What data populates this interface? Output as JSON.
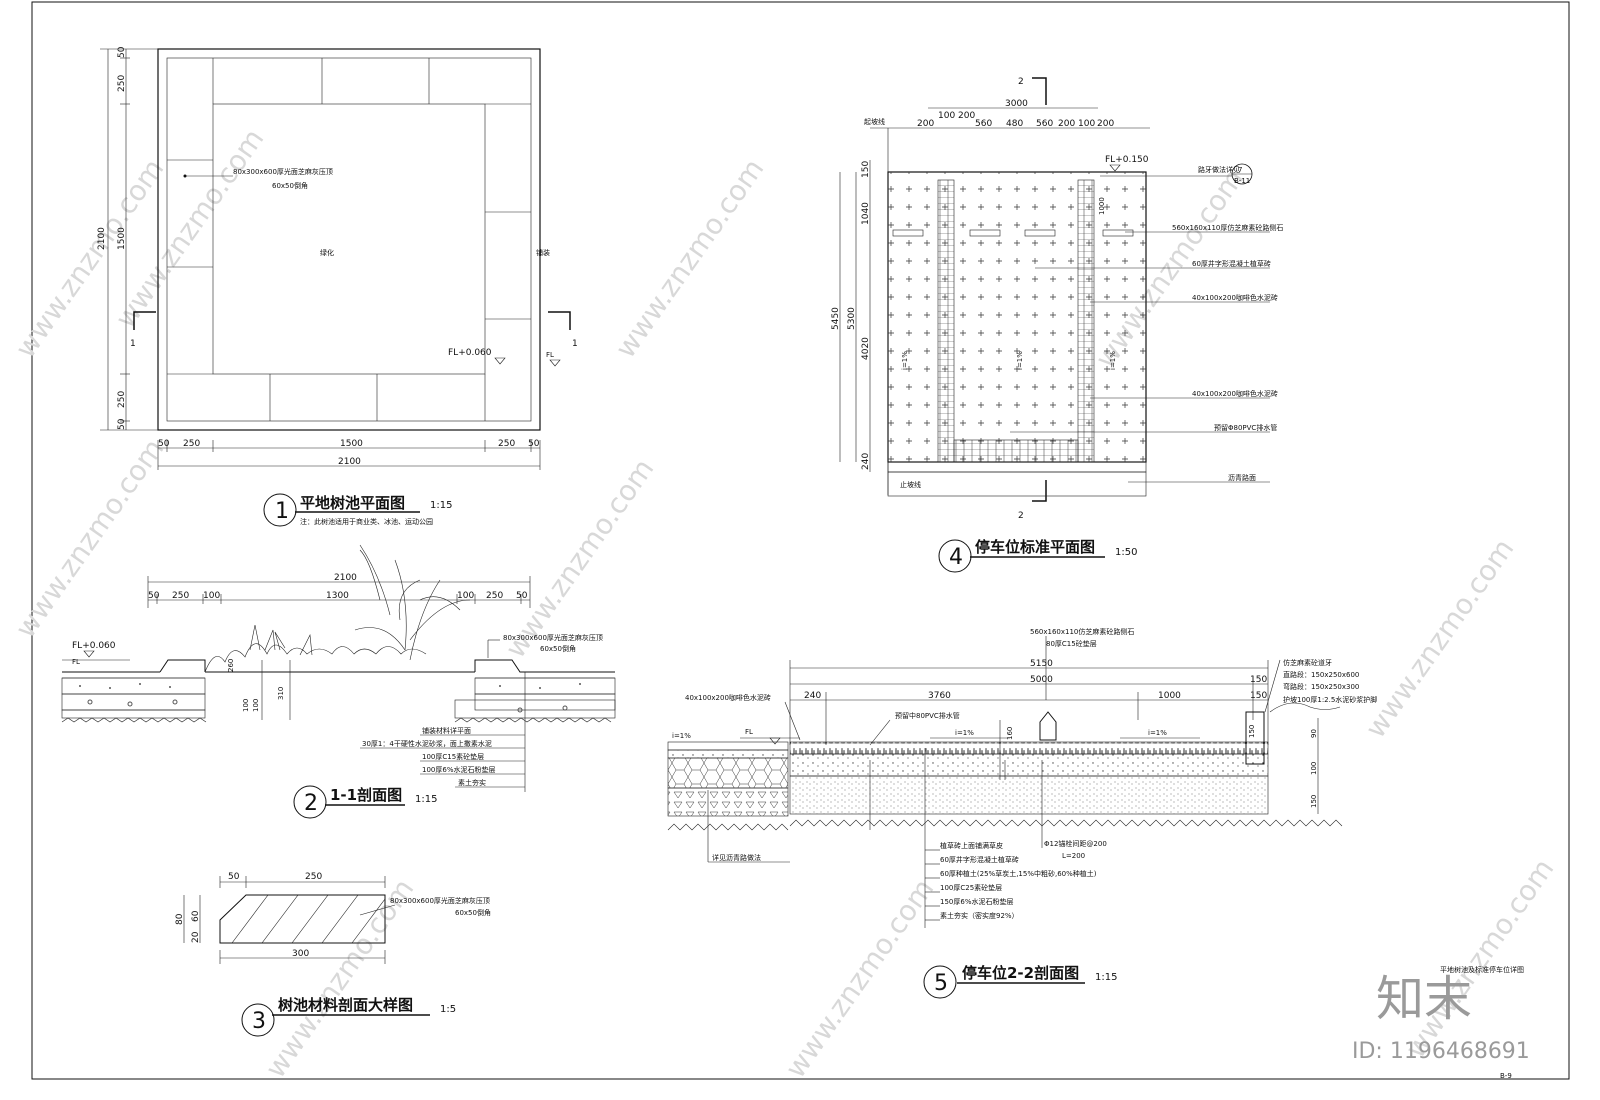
{
  "sheet": {
    "number": "B-9",
    "subtitle": "平地树池及标准停车位详图",
    "id_text": "ID: 1196468691",
    "logo_text": "知末"
  },
  "watermark": "www.znzmo.com",
  "drawing1": {
    "number": "1",
    "title": "平地树池平面图",
    "scale": "1:15",
    "note": "注：此树池适用于商业类、冰池、运动公园",
    "center_label": "绿化",
    "side_label": "铺装",
    "callout_a": "80x300x600厚光面芝麻灰压顶",
    "callout_b": "60x50倒角",
    "level": "FL+0.060",
    "level_short": "FL",
    "section_mark": "1",
    "dims_bottom": [
      "50",
      "250",
      "1500",
      "250",
      "50"
    ],
    "dim_total": "2100",
    "dims_left": [
      "50",
      "250",
      "1500",
      "250",
      "50"
    ]
  },
  "drawing2": {
    "number": "2",
    "title": "1-1剖面图",
    "scale": "1:15",
    "dim_total": "2100",
    "dims_top": [
      "50",
      "250",
      "100",
      "1300",
      "100",
      "250",
      "50"
    ],
    "level": "FL+0.060",
    "level_short": "FL",
    "dims_vertical": [
      "260",
      "310",
      "100",
      "100"
    ],
    "callouts": [
      "80x300x600厚光面芝麻灰压顶",
      "60x50倒角",
      "铺装材料详平面",
      "30厚1：4干硬性水泥砂浆，面上撒素水泥",
      "100厚C15素砼垫层",
      "100厚6%水泥石粉垫层",
      "素土夯实"
    ]
  },
  "drawing3": {
    "number": "3",
    "title": "树池材料剖面大样图",
    "scale": "1:5",
    "dims_top": [
      "50",
      "250"
    ],
    "dim_bottom": "300",
    "dims_left": [
      "80",
      "20",
      "60"
    ],
    "callouts": [
      "80x300x600厚光面芝麻灰压顶",
      "60x50倒角"
    ]
  },
  "drawing4": {
    "number": "4",
    "title": "停车位标准平面图",
    "scale": "1:50",
    "section_mark": "2",
    "dim_total_top": "3000",
    "dims_top": [
      "200",
      "100",
      "200",
      "560",
      "480",
      "560",
      "200",
      "100",
      "200"
    ],
    "dims_left": [
      "150",
      "1040",
      "4020",
      "240"
    ],
    "dim_left_total": "5450",
    "dim_left_inner": "5300",
    "dim_inner_right": "1000",
    "start_label": "起坡线",
    "stop_label": "止坡线",
    "level": "FL+0.150",
    "detail_ref_top": "7",
    "detail_ref_bottom": "B-11",
    "detail_text": "路牙做法详见",
    "callouts": [
      "560x160x110厚仿芝麻素砼路侧石",
      "60厚井字形混凝土植草砖",
      "40x100x200咖啡色水泥砖",
      "40x100x200咖啡色水泥砖",
      "预留Φ80PVC排水管",
      "沥青路面"
    ],
    "slope": "i=1%"
  },
  "drawing5": {
    "number": "5",
    "title": "停车位2-2剖面图",
    "scale": "1:15",
    "dim_total": "5150",
    "dim_inner": "5000",
    "dims": [
      "240",
      "3760",
      "1000",
      "150",
      "150"
    ],
    "top_callout": "560x160x110仿芝麻素砼路侧石",
    "top_callout2": "80厚C15砼垫层",
    "right_callouts": [
      "仿芝麻素砼道牙",
      "直路段：150x250x600",
      "弯路段：150x250x300",
      "护坡100厚1:2.5水泥砂浆护脚"
    ],
    "left_callout": "40x100x200咖啡色水泥砖",
    "pipe": "预留中80PVC排水管",
    "fl": "FL",
    "slope": "i=1%",
    "dims_vertical": [
      "160",
      "150",
      "90",
      "100",
      "150"
    ],
    "bottom_left_callout": "详见沥青路做法",
    "bottom_mid_callout": "Φ12锚栓间距@200",
    "bottom_mid_callout2": "L=200",
    "bottom_callouts": [
      "植草砖上面铺满草皮",
      "60厚井字形混凝土植草砖",
      "60厚种植土(25%草炭土,15%中粗砂,60%种植土)",
      "100厚C25素砼垫层",
      "150厚6%水泥石粉垫层",
      "素土夯实（密实度92%）"
    ]
  }
}
